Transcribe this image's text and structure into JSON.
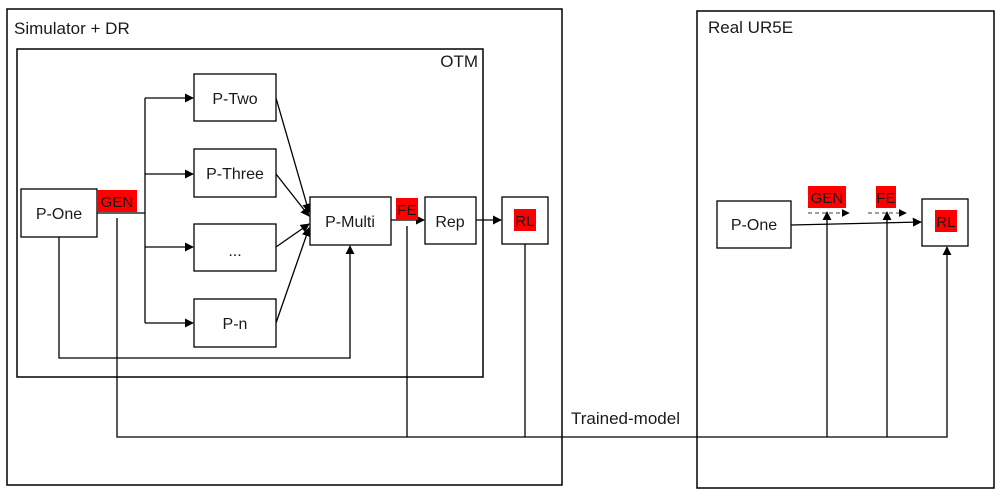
{
  "simulator": {
    "title": "Simulator + DR"
  },
  "otm": {
    "title": "OTM"
  },
  "real": {
    "title": "Real UR5E"
  },
  "nodes": {
    "p_one": "P-One",
    "p_two": "P-Two",
    "p_three": "P-Three",
    "p_dots": "...",
    "p_n": "P-n",
    "p_multi": "P-Multi",
    "rep": "Rep",
    "rl": "RL",
    "real_p_one": "P-One",
    "real_rl": "RL"
  },
  "tags": {
    "gen": "GEN",
    "fe": "FE",
    "rl": "RL",
    "real_gen": "GEN",
    "real_fe": "FE",
    "real_rl": "RL"
  },
  "connection": {
    "label": "Trained-model"
  },
  "colors": {
    "highlight": "#ff0000",
    "line": "#000000",
    "dashed": "#666666"
  }
}
